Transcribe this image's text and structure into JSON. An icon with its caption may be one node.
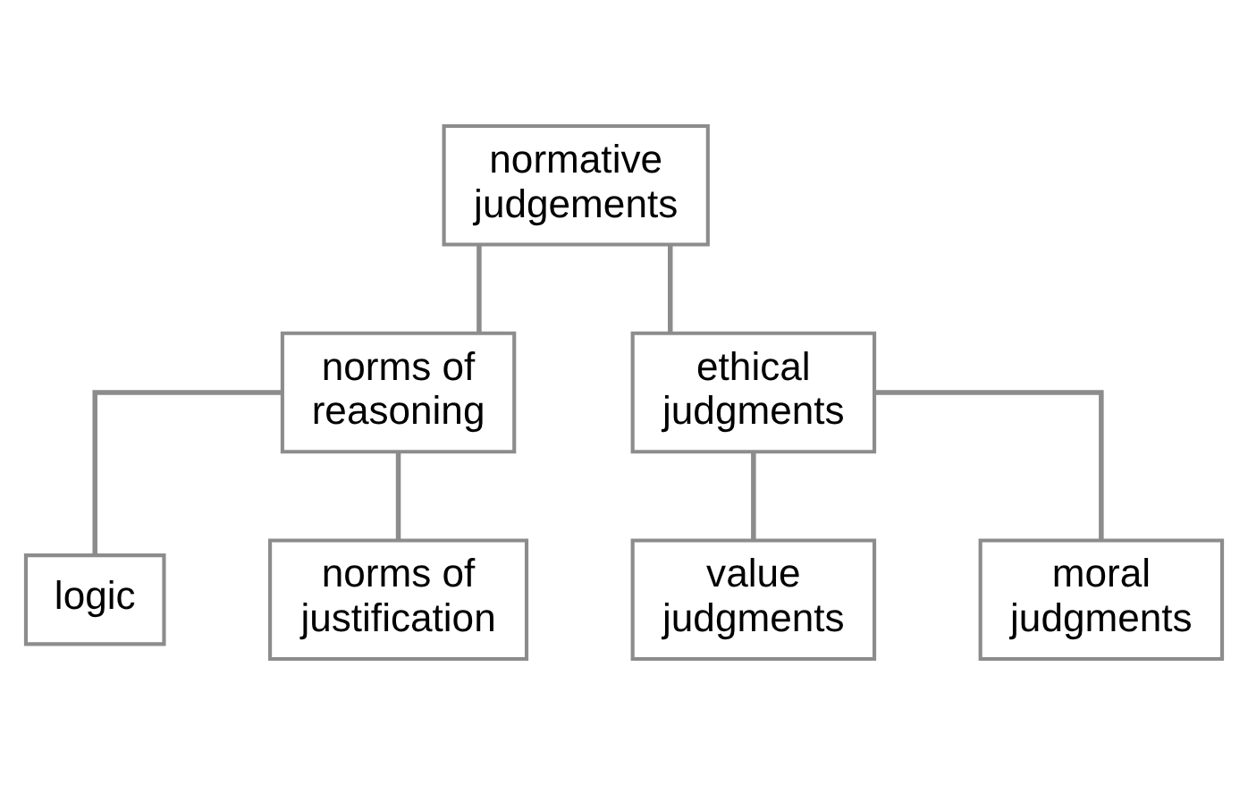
{
  "diagram": {
    "nodes": [
      {
        "text": [
          "normative judgements"
        ]
      },
      {
        "text": [
          "norms of reasoning"
        ]
      },
      {
        "text": [
          "ethical judgments"
        ]
      },
      {
        "text": [
          "logic"
        ]
      },
      {
        "text": [
          "norms of justification"
        ]
      },
      {
        "text": [
          "value judgments"
        ]
      },
      {
        "text": [
          "moral judgments"
        ]
      }
    ],
    "edges": [
      {
        "from": 0,
        "to": 1,
        "arrow": "none"
      },
      {
        "from": 0,
        "to": 2,
        "arrow": "none"
      },
      {
        "from": 1,
        "to": 3,
        "arrow": "none"
      },
      {
        "from": 1,
        "to": 4,
        "arrow": "none"
      },
      {
        "from": 2,
        "to": 5,
        "arrow": "none"
      },
      {
        "from": 2,
        "to": 6,
        "arrow": "none"
      }
    ]
  }
}
